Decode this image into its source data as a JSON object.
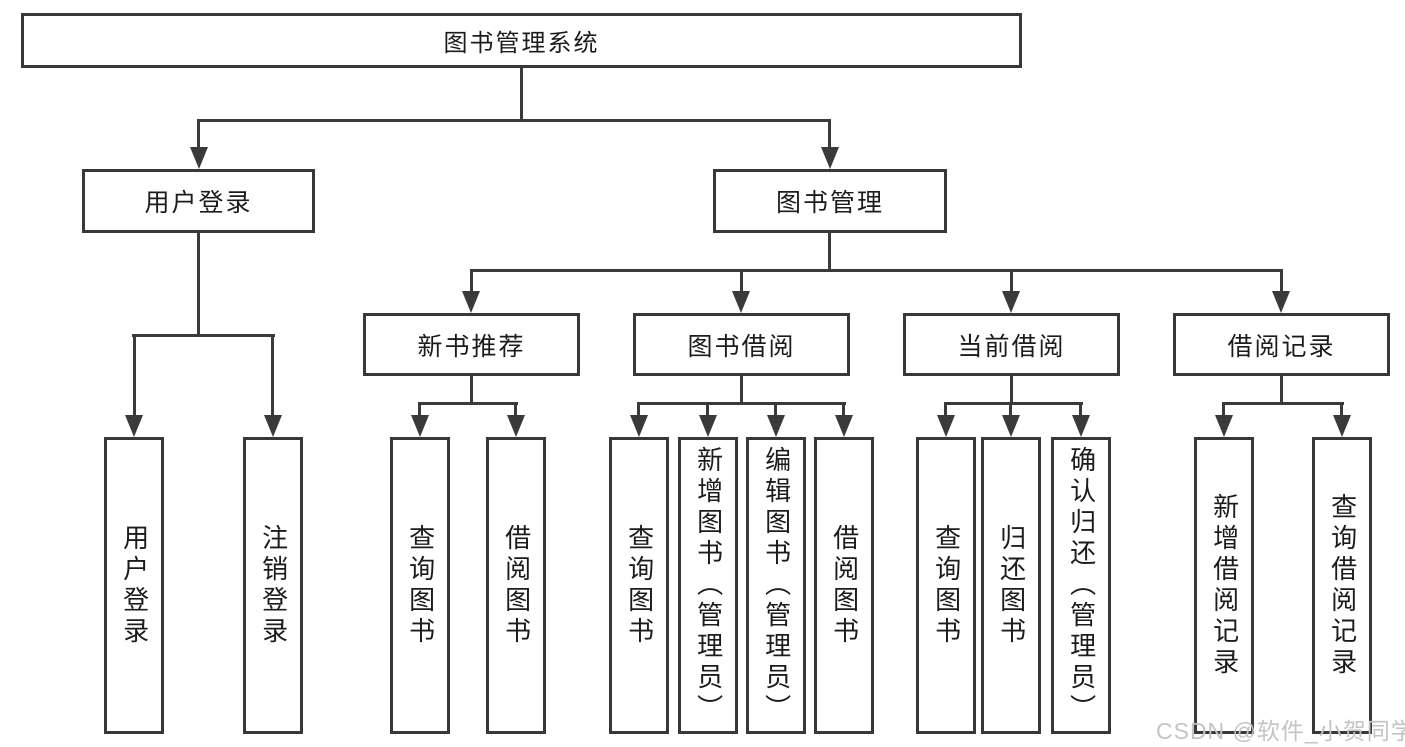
{
  "diagram": {
    "root": {
      "label": "图书管理系统"
    },
    "user_login": {
      "label": "用户登录"
    },
    "book_mgmt": {
      "label": "图书管理"
    },
    "new_books": {
      "label": "新书推荐"
    },
    "book_borrow": {
      "label": "图书借阅"
    },
    "current_borrow": {
      "label": "当前借阅"
    },
    "borrow_records": {
      "label": "借阅记录"
    },
    "leaf_user_login": {
      "label": "用户登录"
    },
    "leaf_logout": {
      "label": "注销登录"
    },
    "leaf_nb_search": {
      "label": "查询图书"
    },
    "leaf_nb_borrow": {
      "label": "借阅图书"
    },
    "leaf_bb_search": {
      "label": "查询图书"
    },
    "leaf_bb_add": {
      "label": "新增图书（管理员）"
    },
    "leaf_bb_edit": {
      "label": "编辑图书（管理员）"
    },
    "leaf_bb_borrow": {
      "label": "借阅图书"
    },
    "leaf_cb_search": {
      "label": "查询图书"
    },
    "leaf_cb_return": {
      "label": "归还图书"
    },
    "leaf_cb_confirm": {
      "label": "确认归还（管理员）"
    },
    "leaf_br_add": {
      "label": "新增借阅记录"
    },
    "leaf_br_search": {
      "label": "查询借阅记录"
    },
    "watermark": "CSDN @软件_小贺同学",
    "hierarchy": {
      "图书管理系统": {
        "用户登录": [
          "用户登录",
          "注销登录"
        ],
        "图书管理": {
          "新书推荐": [
            "查询图书",
            "借阅图书"
          ],
          "图书借阅": [
            "查询图书",
            "新增图书（管理员）",
            "编辑图书（管理员）",
            "借阅图书"
          ],
          "当前借阅": [
            "查询图书",
            "归还图书",
            "确认归还（管理员）"
          ],
          "借阅记录": [
            "新增借阅记录",
            "查询借阅记录"
          ]
        }
      }
    },
    "colors": {
      "line": "#3a3a3a",
      "text": "#1c1c1c",
      "watermark": "#c6c3c2",
      "background": "#ffffff"
    }
  }
}
